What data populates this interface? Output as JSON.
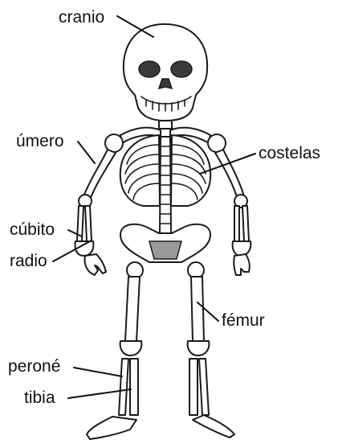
{
  "labels": {
    "cranio": "cranio",
    "umero": "úmero",
    "costelas": "costelas",
    "cubito": "cúbito",
    "radio": "radio",
    "femur": "fémur",
    "perone": "peroné",
    "tibia": "tibia"
  },
  "colors": {
    "ink": "#111111",
    "pelvis_shade": "#9a9a9a",
    "background": "#ffffff"
  }
}
